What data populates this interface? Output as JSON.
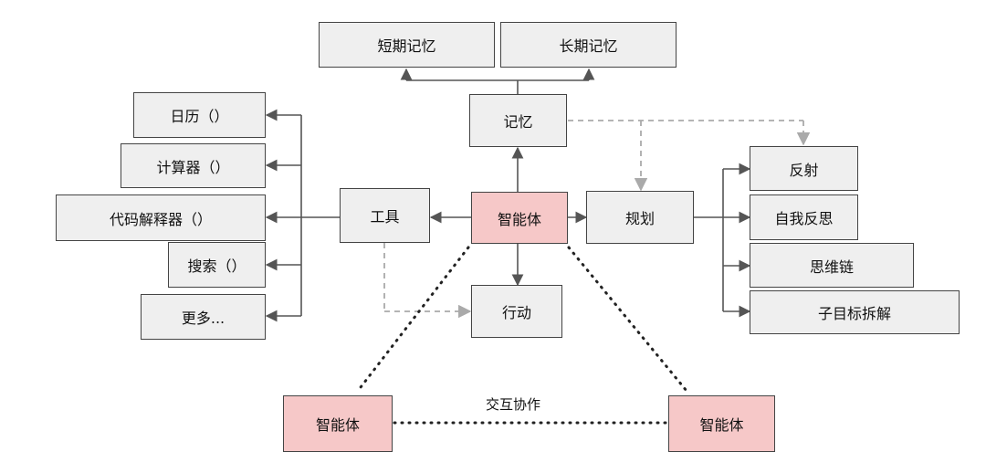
{
  "diagram": {
    "memory": {
      "short_term": "短期记忆",
      "long_term": "长期记忆",
      "label": "记忆"
    },
    "agent_center": "智能体",
    "agent_left": "智能体",
    "agent_right": "智能体",
    "collaboration": "交互协作",
    "tools": {
      "label": "工具",
      "items": [
        "日历（）",
        "计算器（）",
        "代码解释器（）",
        "搜索（）",
        "更多..."
      ]
    },
    "action": "行动",
    "planning": {
      "label": "规划",
      "items": [
        "反射",
        "自我反思",
        "思维链",
        "子目标拆解"
      ]
    },
    "colors": {
      "node_fill": "#efefef",
      "agent_fill": "#f6c8c8",
      "line": "#555555",
      "dashed_line": "#aaaaaa"
    }
  }
}
